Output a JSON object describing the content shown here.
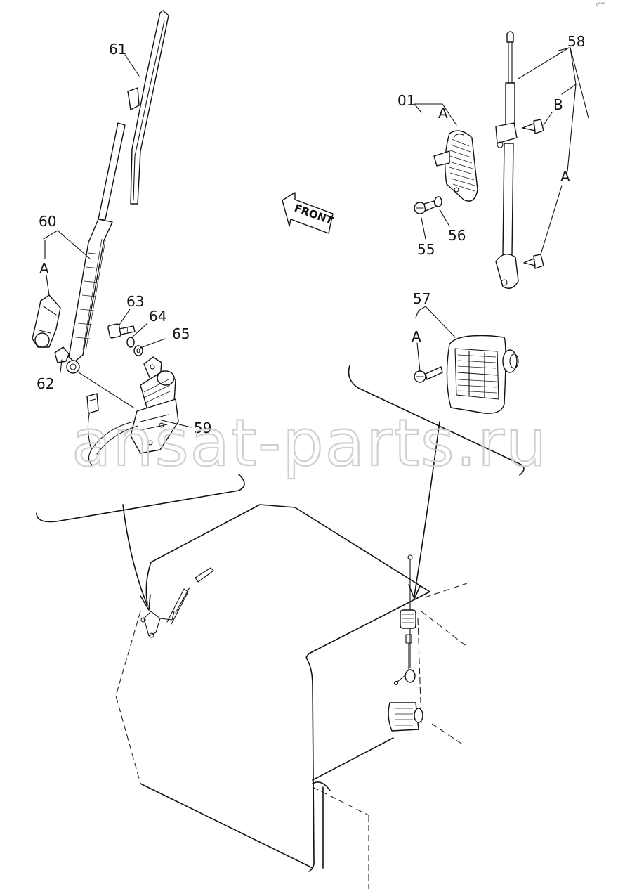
{
  "callouts": {
    "c55": "55",
    "c56": "56",
    "c57": "57",
    "c58": "58",
    "c59": "59",
    "c60": "60",
    "c61": "61",
    "c62": "62",
    "c63": "63",
    "c64": "64",
    "c65": "65",
    "c01": "01"
  },
  "letters": {
    "a_arm": "A",
    "a_lamp": "A",
    "a_work": "A",
    "a_ant": "A",
    "b_ant": "B"
  },
  "front_label": "FRONT",
  "watermark": "ansat-parts.ru",
  "corner_mark": "ﾑ°°°"
}
